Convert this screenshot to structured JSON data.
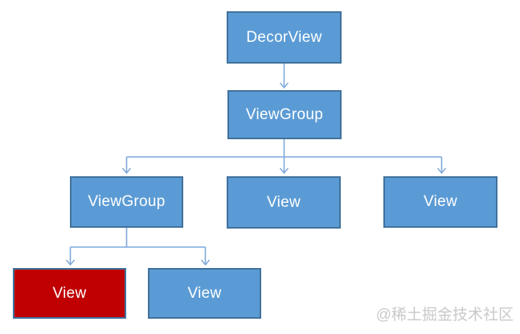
{
  "diagram": {
    "type": "tree",
    "description": "Android view hierarchy tree",
    "nodes": [
      {
        "id": "decorview",
        "label": "DecorView",
        "level": 1,
        "variant": "blue"
      },
      {
        "id": "viewgroup-l2",
        "label": "ViewGroup",
        "level": 2,
        "variant": "blue"
      },
      {
        "id": "viewgroup-l3",
        "label": "ViewGroup",
        "level": 3,
        "variant": "blue"
      },
      {
        "id": "view-l3-middle",
        "label": "View",
        "level": 3,
        "variant": "blue"
      },
      {
        "id": "view-l3-right",
        "label": "View",
        "level": 3,
        "variant": "blue"
      },
      {
        "id": "view-l4-red",
        "label": "View",
        "level": 4,
        "variant": "red"
      },
      {
        "id": "view-l4-blue",
        "label": "View",
        "level": 4,
        "variant": "blue"
      }
    ],
    "edges": [
      {
        "from": "decorview",
        "to": "viewgroup-l2"
      },
      {
        "from": "viewgroup-l2",
        "to": "viewgroup-l3"
      },
      {
        "from": "viewgroup-l2",
        "to": "view-l3-middle"
      },
      {
        "from": "viewgroup-l2",
        "to": "view-l3-right"
      },
      {
        "from": "viewgroup-l3",
        "to": "view-l4-red"
      },
      {
        "from": "viewgroup-l3",
        "to": "view-l4-blue"
      }
    ],
    "colors": {
      "node_fill": "#5b9bd5",
      "node_border": "#41719c",
      "highlight_fill": "#c00000",
      "connector": "#7fa8dc",
      "node_text": "#ffffff",
      "watermark_text": "#c9c9c9",
      "background": "#ffffff"
    },
    "watermark": "@稀土掘金技术社区"
  }
}
